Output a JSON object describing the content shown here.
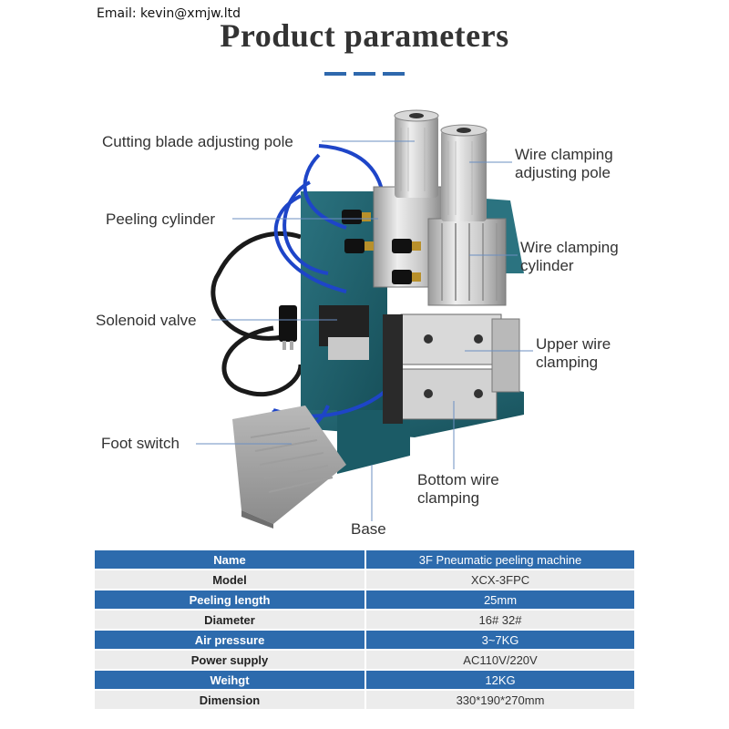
{
  "header": {
    "email": "Email: kevin@xmjw.ltd",
    "title": "Product parameters"
  },
  "colors": {
    "accent_blue": "#2d6bad",
    "row_grey": "#ececec",
    "machine_teal": "#1f5f6a"
  },
  "callouts": {
    "cutting_blade": "Cutting blade adjusting pole",
    "wire_clamping_pole_1": "Wire clamping",
    "wire_clamping_pole_2": "adjusting pole",
    "peeling_cylinder": "Peeling cylinder",
    "wire_clamping_cyl_1": "Wire clamping",
    "wire_clamping_cyl_2": "cylinder",
    "solenoid_valve": "Solenoid valve",
    "upper_wire_1": "Upper wire",
    "upper_wire_2": "clamping",
    "foot_switch": "Foot switch",
    "bottom_wire_1": "Bottom wire",
    "bottom_wire_2": "clamping",
    "base": "Base"
  },
  "specs": [
    {
      "label": "Name",
      "value": "3F Pneumatic peeling machine"
    },
    {
      "label": "Model",
      "value": "XCX-3FPC"
    },
    {
      "label": "Peeling length",
      "value": "25mm"
    },
    {
      "label": "Diameter",
      "value": "16# 32#"
    },
    {
      "label": "Air pressure",
      "value": "3~7KG"
    },
    {
      "label": "Power supply",
      "value": "AC110V/220V"
    },
    {
      "label": "Weihgt",
      "value": "12KG"
    },
    {
      "label": "Dimension",
      "value": "330*190*270mm"
    }
  ]
}
